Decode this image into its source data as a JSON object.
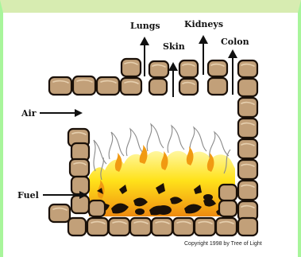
{
  "labels": {
    "lungs": "Lungs",
    "skin": "Skin",
    "kidneys": "Kidneys",
    "colon": "Colon",
    "air": "Air",
    "fuel": "Fuel"
  },
  "copyright": "Copyright 1998 by Tree of Light",
  "colors": {
    "top_border": "#d7ecb1",
    "side_border": "#a8f59b",
    "brick_fill": "#c2a079",
    "brick_outline": "#1a1008",
    "flame_core": "#ffe21a",
    "flame_orange": "#f19a12",
    "ember": "#1a1008"
  }
}
